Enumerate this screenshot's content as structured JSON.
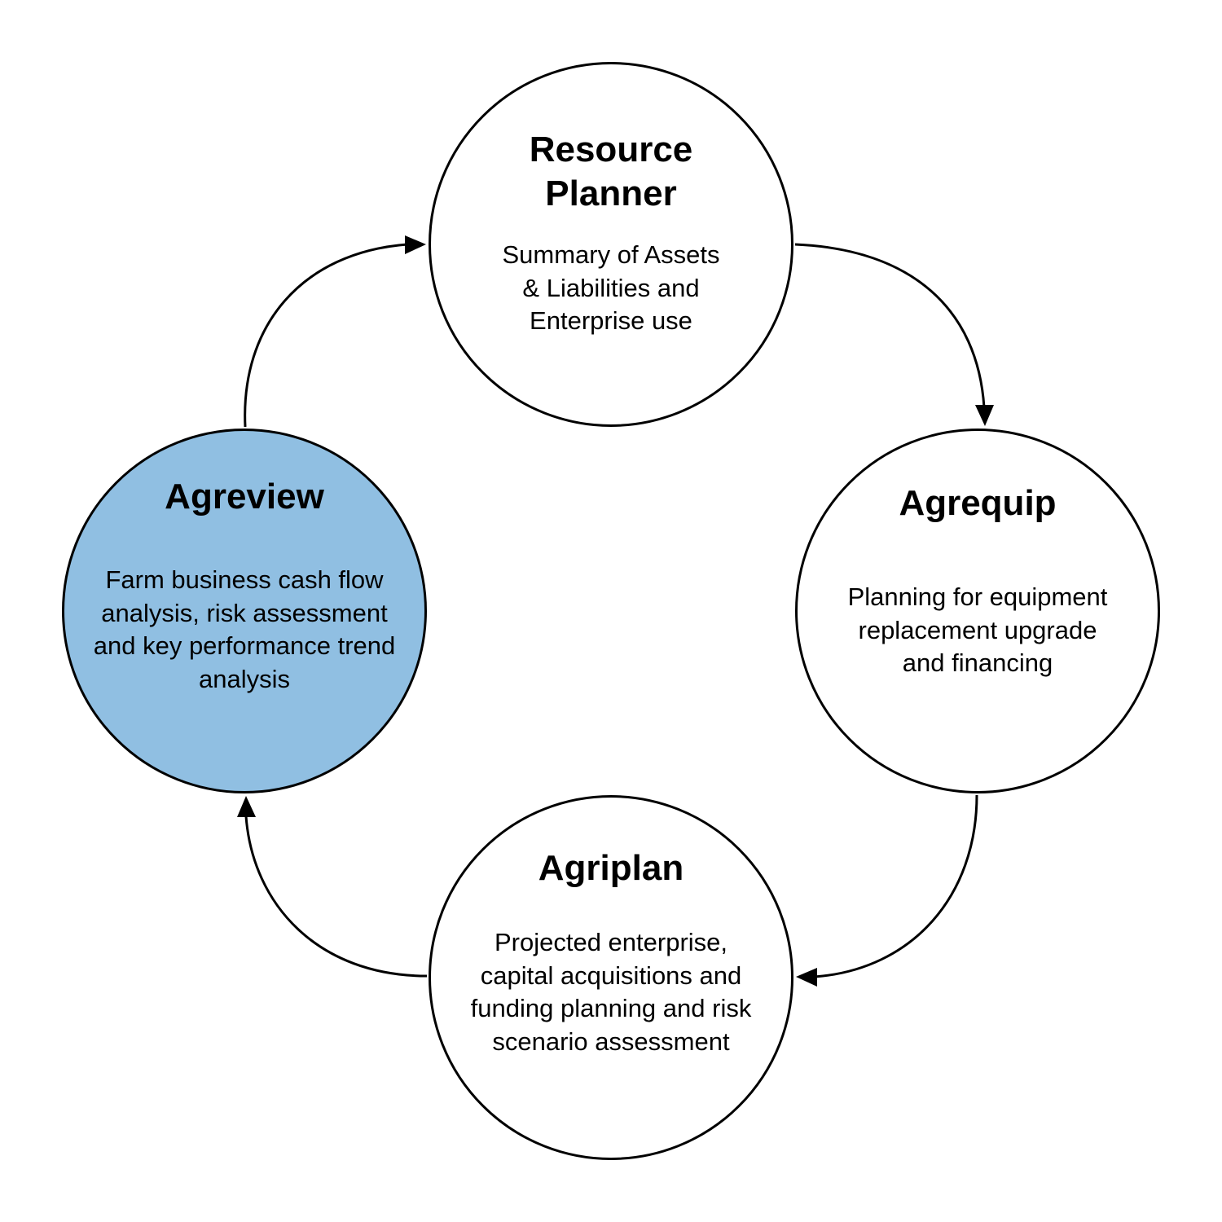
{
  "colors": {
    "highlight_fill": "#90bfe2",
    "default_fill": "#ffffff",
    "stroke": "#000000"
  },
  "nodes": {
    "resource_planner": {
      "title": "Resource\nPlanner",
      "description": "Summary of Assets\n& Liabilities and\nEnterprise use"
    },
    "agrequip": {
      "title": "Agrequip",
      "description": "Planning for equipment\nreplacement upgrade\nand financing"
    },
    "agriplan": {
      "title": "Agriplan",
      "description": "Projected enterprise,\ncapital acquisitions and\nfunding planning and risk\nscenario assessment"
    },
    "agreview": {
      "title": "Agreview",
      "description": "Farm business cash flow\nanalysis, risk assessment\nand key performance trend\nanalysis",
      "highlighted": true
    }
  },
  "cycle": [
    "Resource Planner",
    "Agrequip",
    "Agriplan",
    "Agreview"
  ]
}
